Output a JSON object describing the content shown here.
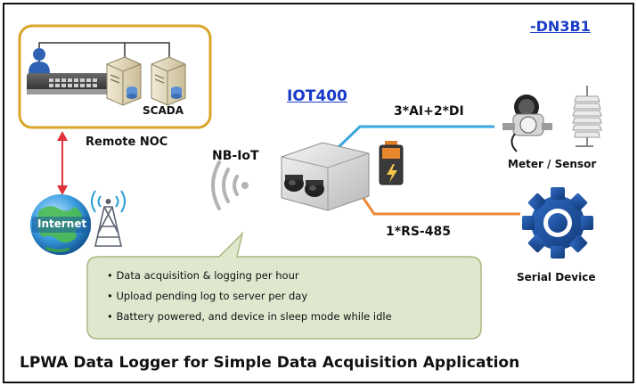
{
  "model_code": "-DN3B1",
  "device_name": "IOT400",
  "scada_label": "SCADA",
  "remote_noc_label": "Remote NOC",
  "internet_label": "Internet",
  "nbiot_label": "NB-IoT",
  "ai_di_label": "3*AI+2*DI",
  "rs485_label": "1*RS-485",
  "meter_sensor_label": "Meter / Sensor",
  "serial_device_label": "Serial Device",
  "notes": [
    "Data acquisition & logging per hour",
    "Upload pending log to server per day",
    "Battery powered, and device in sleep mode while idle"
  ],
  "footer_title": "LPWA Data Logger for Simple Data Acquisition Application",
  "colors": {
    "frame": "#111111",
    "noc_border": "#d9a62a",
    "arrow_red": "#e0303a",
    "line_blue": "#3aa7dd",
    "line_orange": "#ec8a3a",
    "gear_blue": "#1d4e9a",
    "callout_fill": "#dfe8cf",
    "callout_border": "#a9b77f",
    "link_blue": "#1a3cc8"
  }
}
